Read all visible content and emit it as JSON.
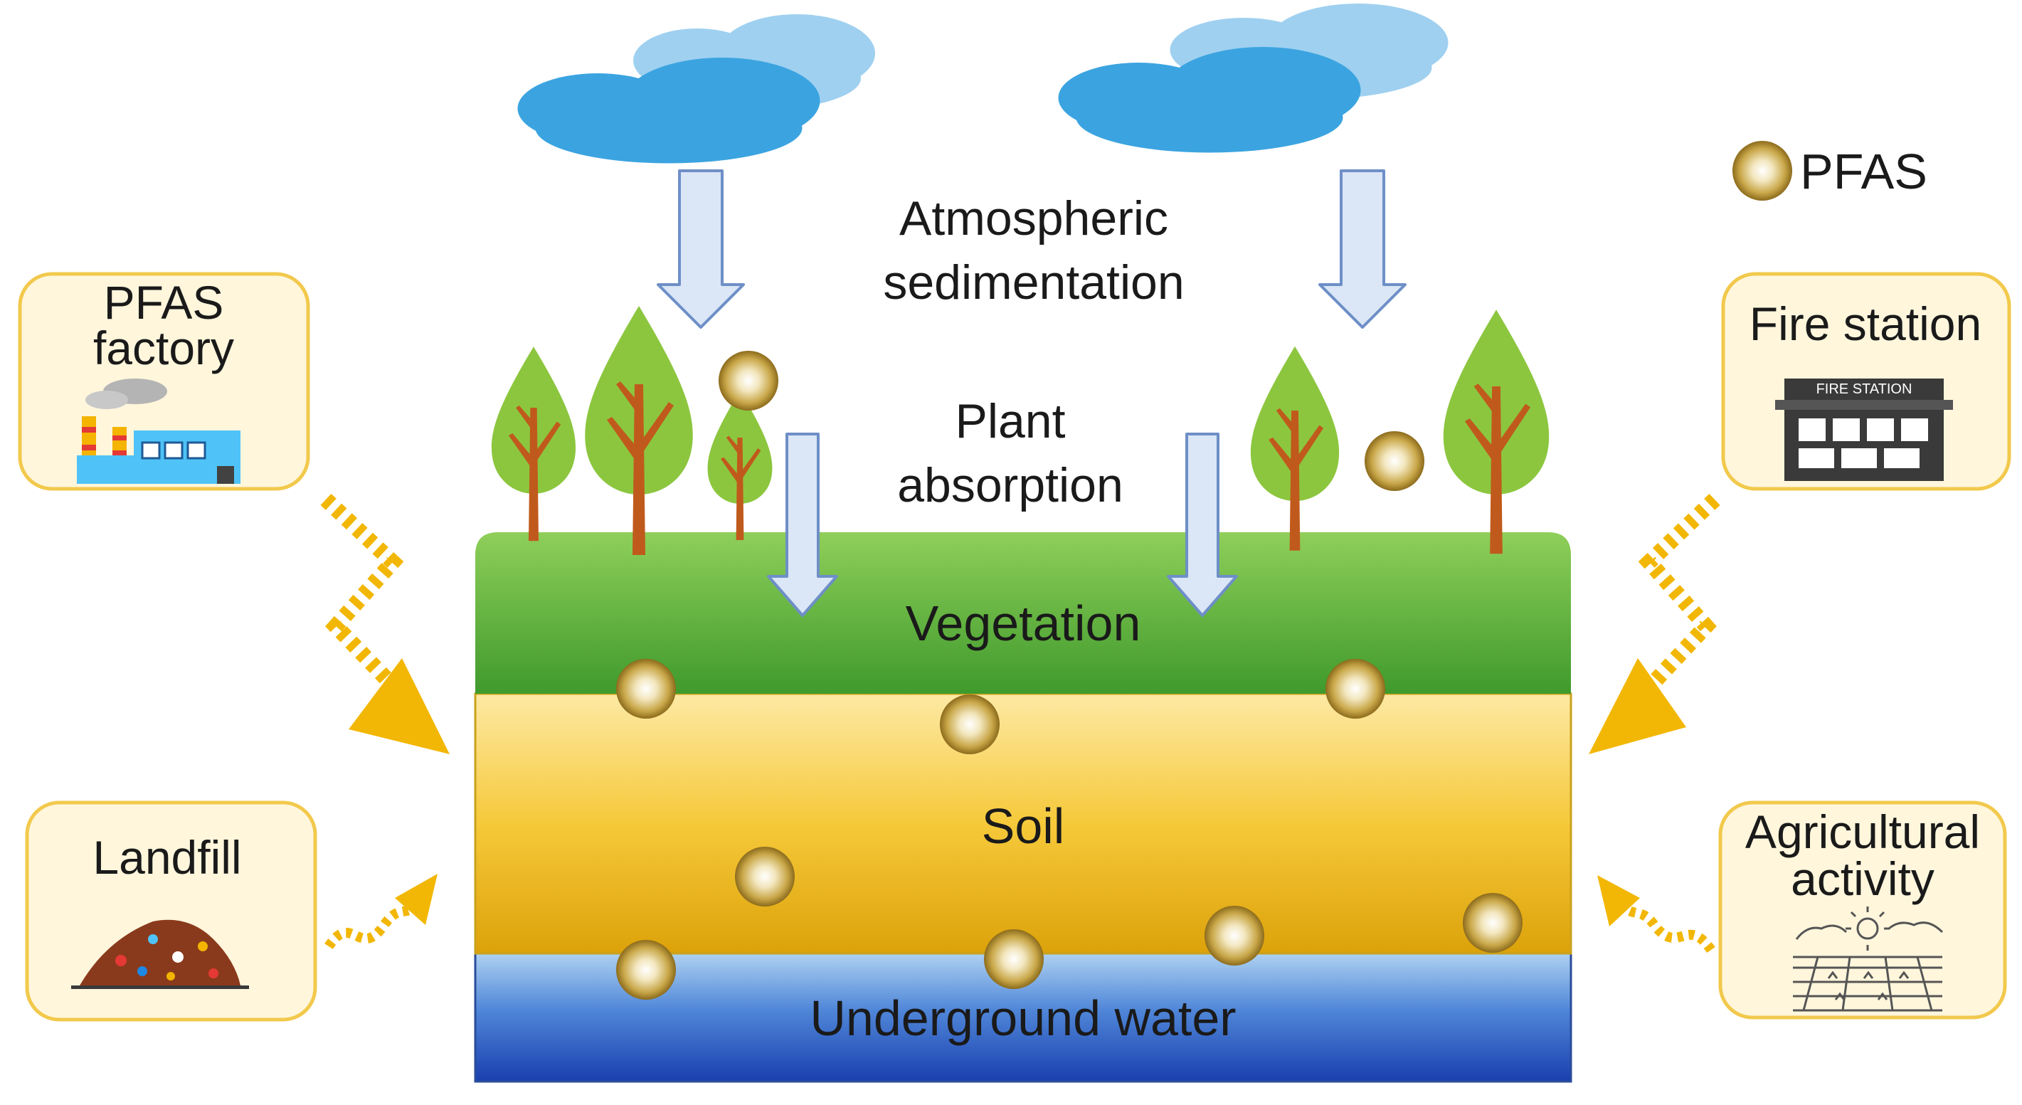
{
  "legend": {
    "label": "PFAS"
  },
  "labels": {
    "atmospheric_line1": "Atmospheric",
    "atmospheric_line2": "sedimentation",
    "plant_line1": "Plant",
    "plant_line2": "absorption",
    "vegetation": "Vegetation",
    "soil": "Soil",
    "water": "Underground water"
  },
  "sources": {
    "factory_line1": "PFAS",
    "factory_line2": "factory",
    "fire_station": "Fire station",
    "fire_sign": "FIRE STATION",
    "landfill": "Landfill",
    "agri_line1": "Agricultural",
    "agri_line2": "activity"
  },
  "colors": {
    "cloud_light": "#9fd0f0",
    "cloud_dark": "#3ba4e0",
    "arrow_fill": "#dbe6f6",
    "arrow_stroke": "#6e8fc7",
    "vegetation_top": "#8fcf5a",
    "vegetation_bottom": "#3f9a2c",
    "soil_top": "#fde8a0",
    "soil_bottom": "#e0a608",
    "water_top": "#a8cdf0",
    "water_bottom": "#1a45b8",
    "source_box_fill": "#fff6dc",
    "source_box_stroke": "#f2c94c",
    "flow_arrow": "#f2b705",
    "pfas_particle": "#c9a84a",
    "tree_leaf": "#8cc63f",
    "tree_trunk": "#c05a1c"
  }
}
